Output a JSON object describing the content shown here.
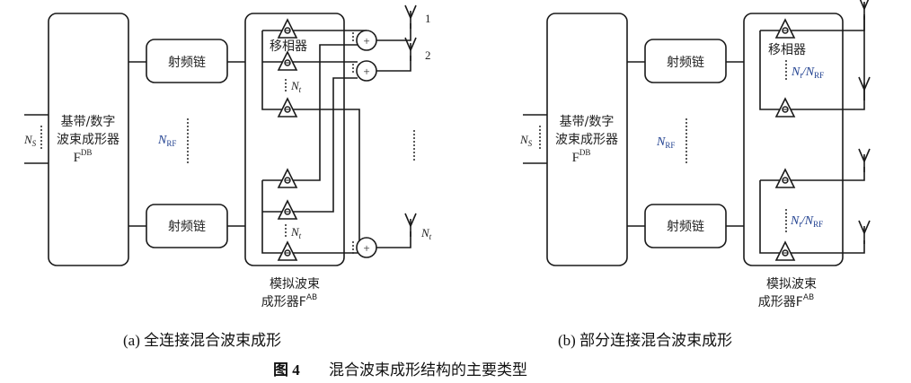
{
  "figure": {
    "number_label": "图 4",
    "title": "混合波束成形结构的主要类型"
  },
  "panel_a": {
    "caption": "(a) 全连接混合波束成形",
    "baseband_line1": "基带/数字",
    "baseband_line2": "波束成形器",
    "baseband_symbol": "F",
    "baseband_superscript": "DB",
    "ns_label": "N",
    "ns_sub": "S",
    "rf_chain_label": "射频链",
    "nrf_label": "N",
    "nrf_sub": "RF",
    "phase_shifter_label": "移相器",
    "nt_label": "N",
    "nt_sub": "t",
    "analog_line1": "模拟波束",
    "analog_line2": "成形器F",
    "analog_superscript": "AB",
    "adder_symbol": "+",
    "antenna_labels": [
      "1",
      "2",
      "N"
    ],
    "antenna_last_sub": "t"
  },
  "panel_b": {
    "caption": "(b) 部分连接混合波束成形",
    "baseband_line1": "基带/数字",
    "baseband_line2": "波束成形器",
    "baseband_symbol": "F",
    "baseband_superscript": "DB",
    "ns_label": "N",
    "ns_sub": "S",
    "rf_chain_label": "射频链",
    "nrf_label": "N",
    "nrf_sub": "RF",
    "phase_shifter_label": "移相器",
    "ratio_num": "N",
    "ratio_num_sub": "t",
    "ratio_den": "/N",
    "ratio_den_sub": "RF",
    "analog_line1": "模拟波束",
    "analog_line2": "成形器F",
    "analog_superscript": "AB"
  }
}
